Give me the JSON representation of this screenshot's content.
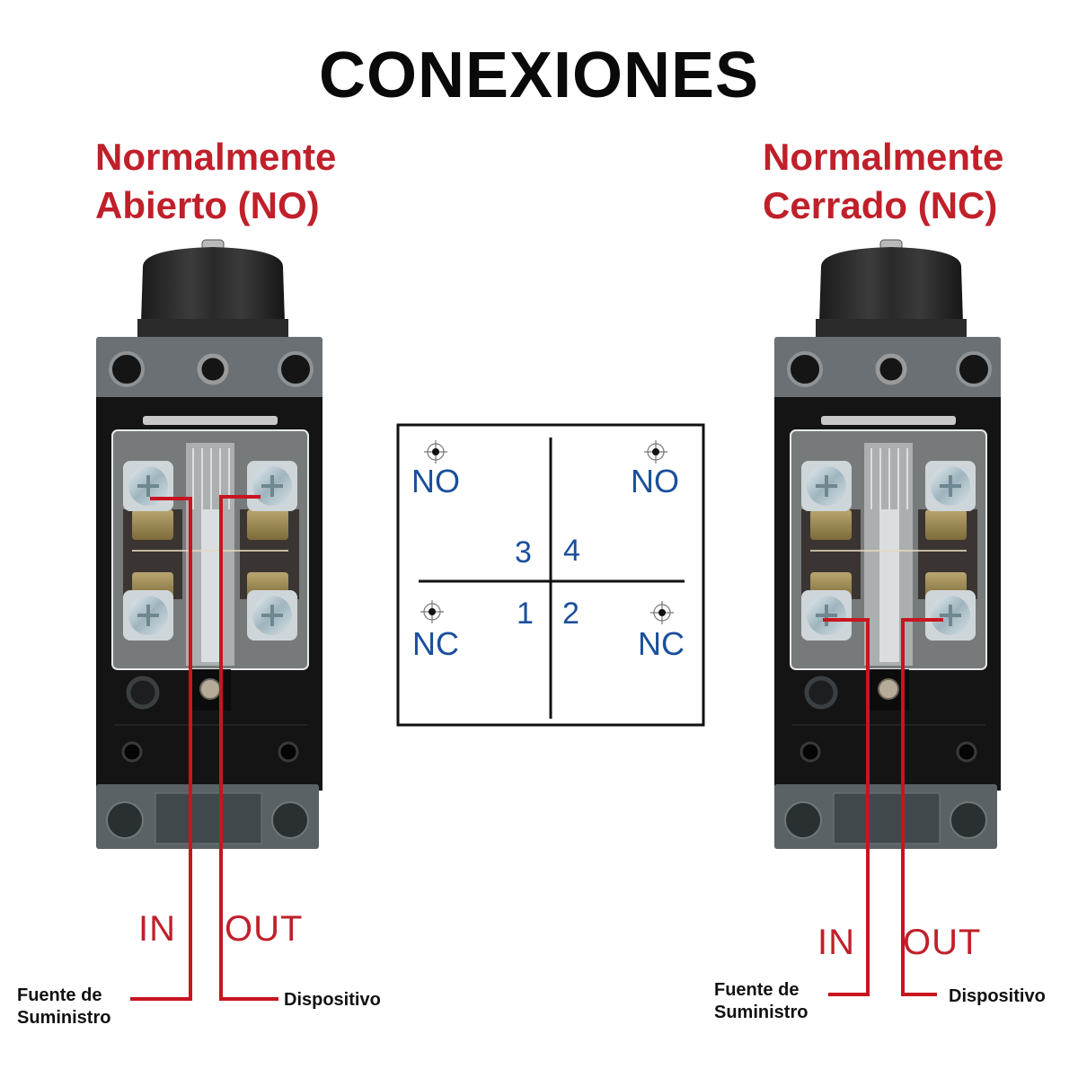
{
  "header": {
    "title": "CONEXIONES"
  },
  "left_panel": {
    "title_line1": "Normalmente",
    "title_line2": "Abierto (NO)",
    "in_label": "IN",
    "out_label": "OUT",
    "source_line1": "Fuente de",
    "source_line2": "Suministro",
    "device_label": "Dispositivo",
    "wired_terminals": [
      "3",
      "4"
    ]
  },
  "right_panel": {
    "title_line1": "Normalmente",
    "title_line2": "Cerrado (NC)",
    "in_label": "IN",
    "out_label": "OUT",
    "source_line1": "Fuente de",
    "source_line2": "Suministro",
    "device_label": "Dispositivo",
    "wired_terminals": [
      "1",
      "2"
    ]
  },
  "terminal_diagram": {
    "top_left": "NO",
    "top_right": "NO",
    "bottom_left": "NC",
    "bottom_right": "NC",
    "numbers": {
      "n3": "3",
      "n4": "4",
      "n1": "1",
      "n2": "2"
    },
    "icon": "crosshair-terminal-icon"
  },
  "colors": {
    "accent_red": "#c0202a",
    "diagram_blue": "#1a4f9c",
    "title_black": "#0a0a0a",
    "switch_gray": "#5d6366",
    "switch_black": "#141414"
  }
}
